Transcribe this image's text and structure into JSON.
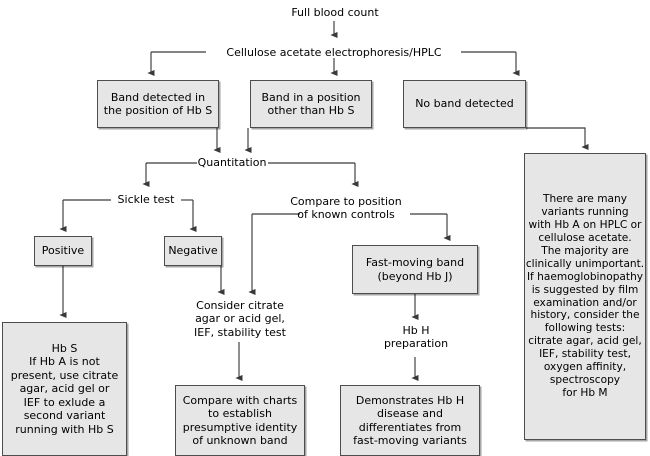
{
  "title": "Haemoglobinopathy investigation flowchart",
  "theme": {
    "box_fill": "#e6e6e6",
    "box_border": "#4d4d4d",
    "line": "#3a3a3a",
    "text": "#000000",
    "page_bg": "#ffffff"
  },
  "nodes": {
    "full_blood_count": "Full blood count",
    "electrophoresis": "Cellulose acetate electrophoresis/HPLC",
    "band_hbs": "Band detected in\nthe position of Hb S",
    "band_other": "Band in a position\nother than Hb S",
    "no_band": "No band detected",
    "quantitation": "Quantitation",
    "sickle_test": "Sickle test",
    "compare_controls": "Compare to position\nof known controls",
    "positive": "Positive",
    "negative": "Negative",
    "fast_moving_band": "Fast-moving band\n(beyond Hb J)",
    "hb_s_result": "Hb S\nIf Hb A is not\npresent, use citrate\nagar, acid gel or\nIEF to exlude a\nsecond variant\nrunning with Hb S",
    "consider_citrate": "Consider citrate\nagar or acid gel,\nIEF, stability test",
    "compare_charts": "Compare with charts\nto establish\npresumptive identity\nof unknown band",
    "hb_h_prep": "Hb H\npreparation",
    "demonstrates_hbh": "Demonstrates Hb H\ndisease and\ndifferentiates from\nfast-moving variants",
    "many_variants": "There are many\nvariants running\nwith Hb A on HPLC or\ncellulose acetate.\nThe majority are\nclinically unimportant.\nIf haemoglobinopathy\nis suggested by film\nexamination and/or\nhistory, consider the\nfollowing tests:\ncitrate agar, acid gel,\nIEF, stability test,\noxygen affinity,\nspectroscopy\nfor Hb M"
  }
}
